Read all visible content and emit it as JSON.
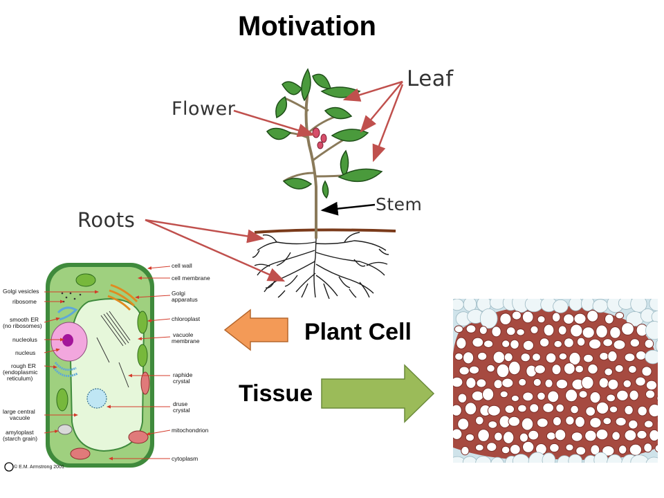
{
  "title": "Motivation",
  "plant": {
    "labels": {
      "flower": "Flower",
      "leaf": "Leaf",
      "stem": "Stem",
      "roots": "Roots"
    }
  },
  "flow": {
    "plant_cell": "Plant Cell",
    "tissue": "Tissue",
    "arrow_left_color": "#f39a57",
    "arrow_right_color": "#9bbb59",
    "arrow_left_icon": "left-arrow-icon",
    "arrow_right_icon": "right-arrow-icon"
  },
  "cell_diagram": {
    "left_labels": [
      "Golgi vesicles",
      "ribosome",
      "smooth ER",
      "(no ribosomes)",
      "nucleolus",
      "nucleus",
      "rough ER",
      "(endoplasmic",
      "reticulum)",
      "large central",
      "vacuole",
      "amyloplast",
      "(starch grain)"
    ],
    "right_labels": [
      "cell wall",
      "cell membrane",
      "Golgi",
      "apparatus",
      "chloroplast",
      "vacuole",
      "membrane",
      "raphide",
      "crystal",
      "druse",
      "crystal",
      "mitochondrion",
      "cytoplasm"
    ],
    "credit": "© E.M. Armstrong 2001",
    "colors": {
      "wall": "#3f8a3c",
      "cytoplasm": "#9fd07f",
      "vacuole": "#e6f7da",
      "nucleus": "#f2a7de",
      "nucleolus": "#a3159a"
    }
  },
  "tissue_micrograph": {
    "colors": {
      "cell_wall": "#a64a40",
      "lumen": "#ffffff",
      "background": "#cfe3ea"
    }
  }
}
